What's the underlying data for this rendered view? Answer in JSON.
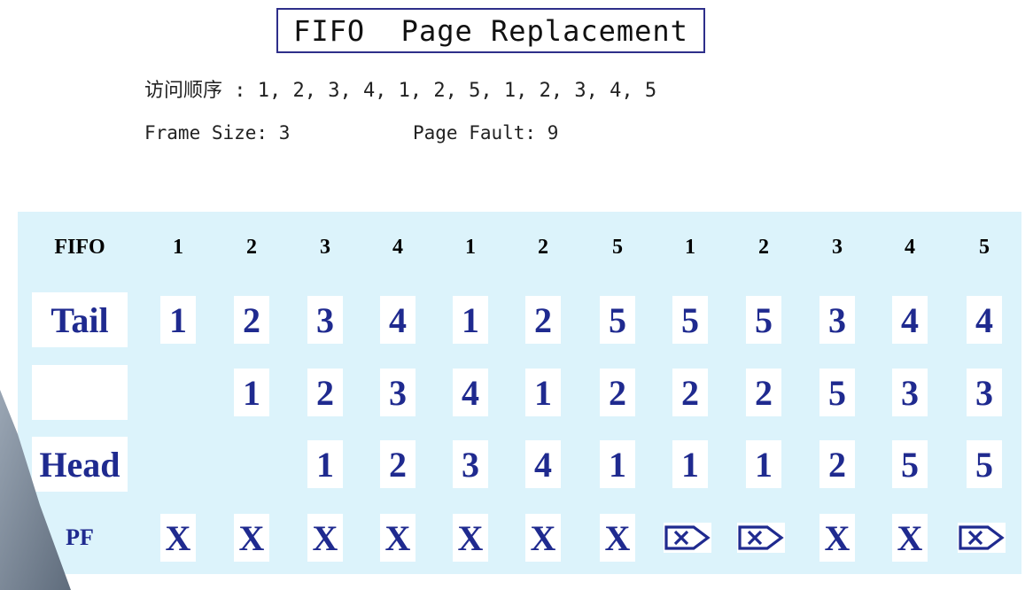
{
  "title": "FIFO  Page Replacement",
  "sequence_line": "访问顺序 : 1, 2, 3, 4, 1, 2, 5, 1, 2, 3, 4, 5",
  "frame_size_text": "Frame Size: 3",
  "page_fault_text": "Page Fault: 9",
  "table": {
    "header_label": "FIFO",
    "columns": [
      "1",
      "2",
      "3",
      "4",
      "1",
      "2",
      "5",
      "1",
      "2",
      "3",
      "4",
      "5"
    ],
    "rows": [
      {
        "label": "Tail",
        "cells": [
          "1",
          "2",
          "3",
          "4",
          "1",
          "2",
          "5",
          "5",
          "5",
          "3",
          "4",
          "4"
        ]
      },
      {
        "label": "",
        "cells": [
          "",
          "1",
          "2",
          "3",
          "4",
          "1",
          "2",
          "2",
          "2",
          "5",
          "3",
          "3"
        ]
      },
      {
        "label": "Head",
        "cells": [
          "",
          "",
          "1",
          "2",
          "3",
          "4",
          "1",
          "1",
          "1",
          "2",
          "5",
          "5"
        ]
      }
    ],
    "pf_label": "PF",
    "pf": [
      "X",
      "X",
      "X",
      "X",
      "X",
      "X",
      "X",
      "hit",
      "hit",
      "X",
      "X",
      "hit"
    ]
  },
  "colors": {
    "table_bg": "#dcf3fb",
    "value_text": "#1f2a8f",
    "title_border": "#2e2f8a"
  },
  "icons": {
    "hit": "boxed-x-arrow-icon"
  }
}
